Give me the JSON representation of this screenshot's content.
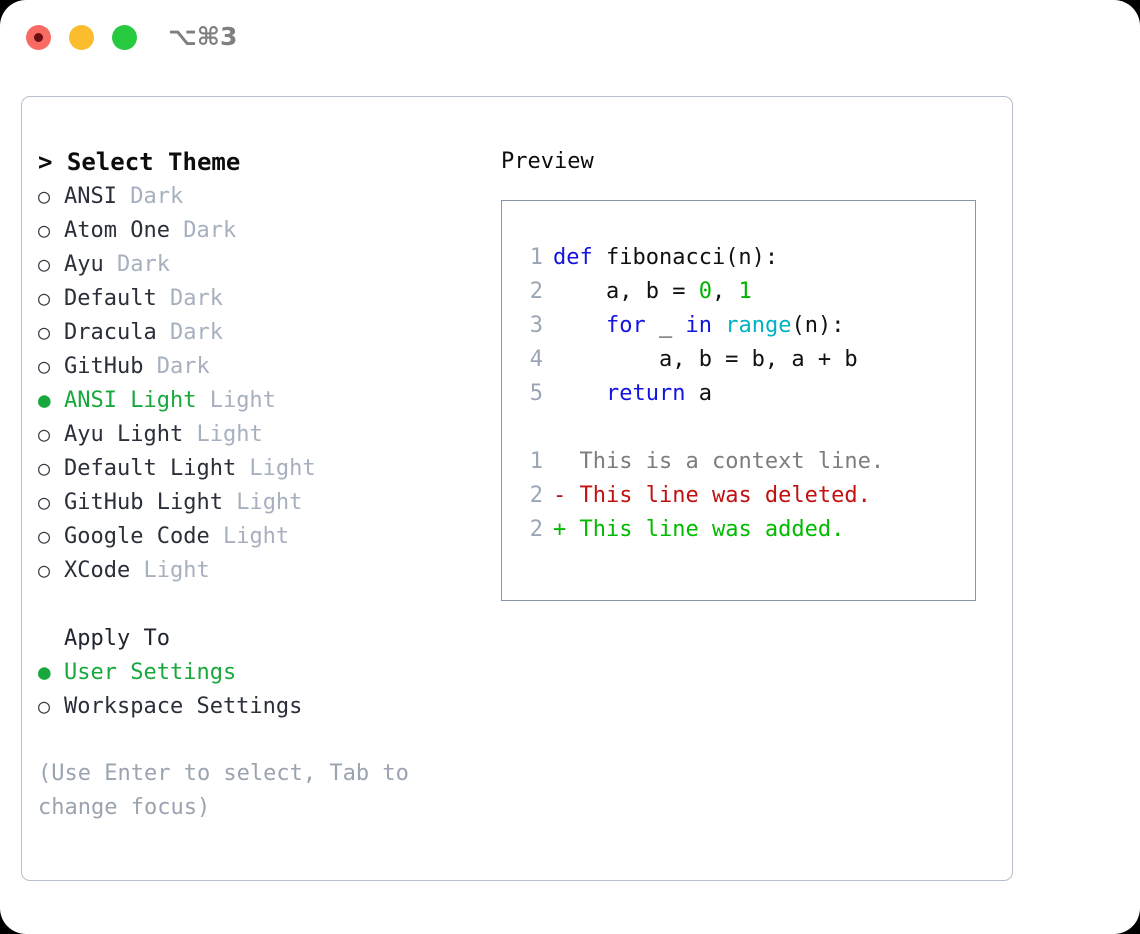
{
  "window": {
    "title": "⌥⌘3",
    "traffic_lights": [
      {
        "name": "close",
        "color": "#f96a63"
      },
      {
        "name": "minimize",
        "color": "#fbbd2e"
      },
      {
        "name": "zoom",
        "color": "#27ca3f"
      }
    ]
  },
  "theme_picker": {
    "header": "> Select Theme",
    "items": [
      {
        "bullet": "○",
        "name": "ANSI",
        "suffix": "Dark",
        "selected": false
      },
      {
        "bullet": "○",
        "name": "Atom One",
        "suffix": "Dark",
        "selected": false
      },
      {
        "bullet": "○",
        "name": "Ayu",
        "suffix": "Dark",
        "selected": false
      },
      {
        "bullet": "○",
        "name": "Default",
        "suffix": "Dark",
        "selected": false
      },
      {
        "bullet": "○",
        "name": "Dracula",
        "suffix": "Dark",
        "selected": false
      },
      {
        "bullet": "○",
        "name": "GitHub",
        "suffix": "Dark",
        "selected": false
      },
      {
        "bullet": "●",
        "name": "ANSI Light",
        "suffix": "Light",
        "selected": true
      },
      {
        "bullet": "○",
        "name": "Ayu Light",
        "suffix": "Light",
        "selected": false
      },
      {
        "bullet": "○",
        "name": "Default Light",
        "suffix": "Light",
        "selected": false
      },
      {
        "bullet": "○",
        "name": "GitHub Light",
        "suffix": "Light",
        "selected": false
      },
      {
        "bullet": "○",
        "name": "Google Code",
        "suffix": "Light",
        "selected": false
      },
      {
        "bullet": "○",
        "name": "XCode",
        "suffix": "Light",
        "selected": false
      }
    ]
  },
  "apply_to": {
    "header": "Apply To",
    "items": [
      {
        "bullet": "●",
        "name": "User Settings",
        "selected": true
      },
      {
        "bullet": "○",
        "name": "Workspace Settings",
        "selected": false
      }
    ]
  },
  "hint": "(Use Enter to select, Tab to change focus)",
  "preview": {
    "title": "Preview",
    "code_lines": [
      {
        "ln": "1",
        "tokens": [
          {
            "t": "def ",
            "c": "kw"
          },
          {
            "t": "fibonacci(n):",
            "c": "txt"
          }
        ]
      },
      {
        "ln": "2",
        "tokens": [
          {
            "t": "    a, b = ",
            "c": "txt"
          },
          {
            "t": "0",
            "c": "num"
          },
          {
            "t": ", ",
            "c": "txt"
          },
          {
            "t": "1",
            "c": "num"
          }
        ]
      },
      {
        "ln": "3",
        "tokens": [
          {
            "t": "    ",
            "c": "txt"
          },
          {
            "t": "for",
            "c": "kw"
          },
          {
            "t": " _ ",
            "c": "txt"
          },
          {
            "t": "in",
            "c": "kw"
          },
          {
            "t": " ",
            "c": "txt"
          },
          {
            "t": "range",
            "c": "fn"
          },
          {
            "t": "(n):",
            "c": "txt"
          }
        ]
      },
      {
        "ln": "4",
        "tokens": [
          {
            "t": "        a, b = b, a + b",
            "c": "txt"
          }
        ]
      },
      {
        "ln": "5",
        "tokens": [
          {
            "t": "    ",
            "c": "txt"
          },
          {
            "t": "return",
            "c": "kw"
          },
          {
            "t": " a",
            "c": "txt"
          }
        ]
      }
    ],
    "diff_lines": [
      {
        "ln": "1",
        "marker": "  ",
        "text": "This is a context line.",
        "kind": "ctx"
      },
      {
        "ln": "2",
        "marker": "- ",
        "text": "This line was deleted.",
        "kind": "del"
      },
      {
        "ln": "2",
        "marker": "+ ",
        "text": "This line was added.",
        "kind": "add"
      }
    ]
  },
  "colors": {
    "selected_green": "#18a83c",
    "muted": "#a6b0bf",
    "hint": "#9aa3b0",
    "keyword_blue": "#1414e0",
    "function_cyan": "#00b3c4",
    "number_green": "#00b300",
    "diff_delete_red": "#c01212",
    "diff_add_green": "#00bb00",
    "panel_border": "#b6bfcb",
    "preview_border": "#8896a8"
  }
}
